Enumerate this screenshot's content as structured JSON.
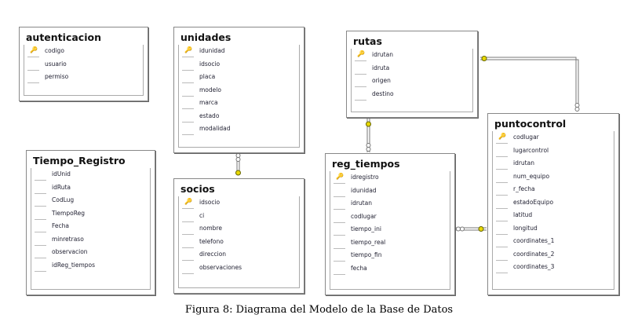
{
  "tables": [
    {
      "id": "autenticacion",
      "title": "autenticacion",
      "fields": [
        {
          "name": "codigo",
          "pk": true
        },
        {
          "name": "usuario"
        },
        {
          "name": "permiso"
        }
      ]
    },
    {
      "id": "unidades",
      "title": "unidades",
      "fields": [
        {
          "name": "idunidad",
          "pk": true
        },
        {
          "name": "idsocio"
        },
        {
          "name": "placa"
        },
        {
          "name": "modelo"
        },
        {
          "name": "marca"
        },
        {
          "name": "estado"
        },
        {
          "name": "modalidad"
        }
      ]
    },
    {
      "id": "tiempo-registro",
      "title": "Tiempo_Registro",
      "fields": [
        {
          "name": "idUnid"
        },
        {
          "name": "idRuta"
        },
        {
          "name": "CodLug"
        },
        {
          "name": "TiempoReg"
        },
        {
          "name": "Fecha"
        },
        {
          "name": "minretraso"
        },
        {
          "name": "observacion"
        },
        {
          "name": "idReg_tiempos"
        }
      ]
    },
    {
      "id": "socios",
      "title": "socios",
      "fields": [
        {
          "name": "idsocio",
          "pk": true
        },
        {
          "name": "ci"
        },
        {
          "name": "nombre"
        },
        {
          "name": "telefono"
        },
        {
          "name": "direccion"
        },
        {
          "name": "observaciones"
        }
      ]
    },
    {
      "id": "rutas",
      "title": "rutas",
      "fields": [
        {
          "name": "idrutan",
          "pk": true
        },
        {
          "name": "idruta"
        },
        {
          "name": "origen"
        },
        {
          "name": "destino"
        }
      ]
    },
    {
      "id": "reg-tiempos",
      "title": "reg_tiempos",
      "fields": [
        {
          "name": "idregistro",
          "pk": true
        },
        {
          "name": "idunidad"
        },
        {
          "name": "idrutan"
        },
        {
          "name": "codlugar"
        },
        {
          "name": "tiempo_ini"
        },
        {
          "name": "tiempo_real"
        },
        {
          "name": "tiempo_fin"
        },
        {
          "name": "fecha"
        }
      ]
    },
    {
      "id": "puntocontrol",
      "title": "puntocontrol",
      "fields": [
        {
          "name": "codlugar",
          "pk": true
        },
        {
          "name": "lugarcontrol"
        },
        {
          "name": "idrutan"
        },
        {
          "name": "num_equipo"
        },
        {
          "name": "r_fecha"
        },
        {
          "name": "estadoEquipo"
        },
        {
          "name": "latitud"
        },
        {
          "name": "longitud"
        },
        {
          "name": "coordinates_1"
        },
        {
          "name": "coordinates_2"
        },
        {
          "name": "coordinates_3"
        }
      ]
    }
  ],
  "caption": "Figura 8: Diagrama del Modelo de la Base de Datos",
  "colors": {
    "key": "#e8d800",
    "line": "#888888"
  }
}
